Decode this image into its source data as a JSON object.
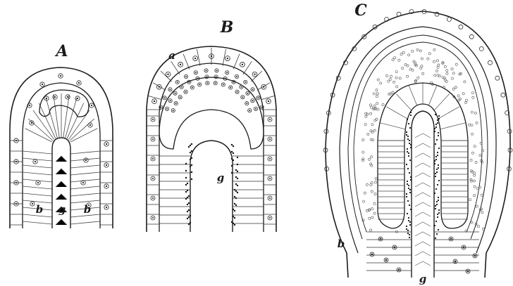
{
  "figure": {
    "panels": [
      {
        "id": "A",
        "label": "A",
        "markers": [
          "b",
          "g",
          "b"
        ]
      },
      {
        "id": "B",
        "label": "B",
        "markers": [
          "a",
          "g"
        ]
      },
      {
        "id": "C",
        "label": "C",
        "markers": [
          "b",
          "g"
        ]
      }
    ]
  }
}
